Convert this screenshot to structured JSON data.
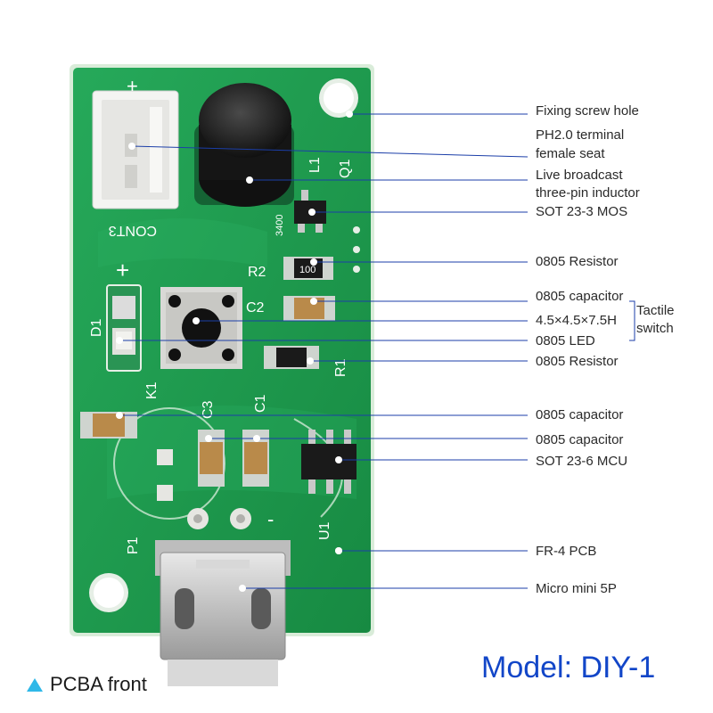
{
  "board": {
    "silkscreen": {
      "cont": "CONT3",
      "plus": "+",
      "d1": "D1",
      "k1": "K1",
      "c3": "C3",
      "c1": "C1",
      "c2": "C2",
      "r1": "R1",
      "r2": "R2",
      "l1": "L1",
      "q1": "Q1",
      "p1": "P1",
      "u1": "U1",
      "minus": "-",
      "mos_marking": "3400",
      "resistor_marking": "100"
    }
  },
  "labels": {
    "screw_hole": "Fixing screw hole",
    "ph_terminal_1": "PH2.0 terminal",
    "ph_terminal_2": "female seat",
    "inductor_1": "Live broadcast",
    "inductor_2": "three-pin inductor",
    "mos": "SOT 23-3 MOS",
    "resistor_top": "0805 Resistor",
    "capacitor_top": "0805 capacitor",
    "switch_size": "4.5×4.5×7.5H",
    "tactile_1": "Tactile",
    "tactile_2": "switch",
    "led": "0805 LED",
    "resistor_bottom": "0805 Resistor",
    "capacitor_left": "0805 capacitor",
    "capacitor_mid": "0805 capacitor",
    "mcu": "SOT 23-6 MCU",
    "pcb": "FR-4 PCB",
    "usb": "Micro mini 5P"
  },
  "footer": {
    "view": "PCBA front",
    "model": "Model: DIY-1"
  },
  "colors": {
    "pcb": "#1f9a4e",
    "pcb_edge": "#cfe6d4",
    "accent_line": "#1b3ea8",
    "model_text": "#1246c8",
    "triangle": "#2fb8e8"
  }
}
